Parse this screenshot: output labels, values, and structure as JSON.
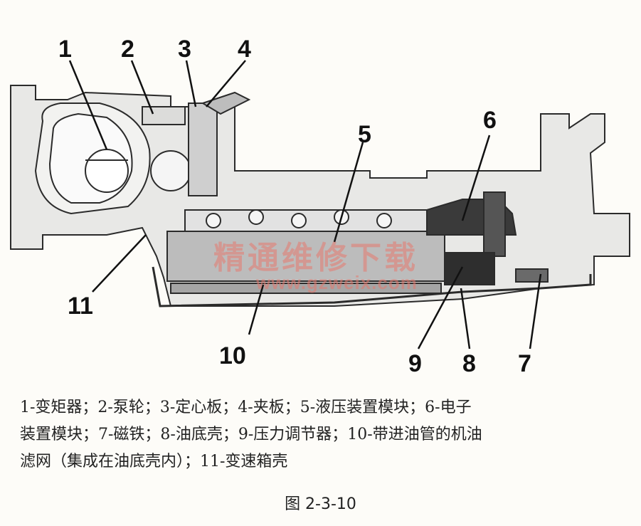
{
  "callouts": {
    "c1": "1",
    "c2": "2",
    "c3": "3",
    "c4": "4",
    "c5": "5",
    "c6": "6",
    "c7": "7",
    "c8": "8",
    "c9": "9",
    "c10": "10",
    "c11": "11"
  },
  "watermark": {
    "text": "精通维修下载",
    "url": "www.gzweix.com"
  },
  "caption": {
    "line1": "1-变矩器；2-泵轮；3-定心板；4-夹板；5-液压装置模块；6-电子",
    "line2": "装置模块；7-磁铁；8-油底壳；9-压力调节器；10-带进油管的机油",
    "line3": "滤网（集成在油底壳内）；11-变速箱壳"
  },
  "figure_title": "图 2-3-10",
  "colors": {
    "outline": "#2b2b2b",
    "metal": "#d9d9d9",
    "dark_part": "#3a3a3a",
    "watermark": "#e6786e"
  }
}
